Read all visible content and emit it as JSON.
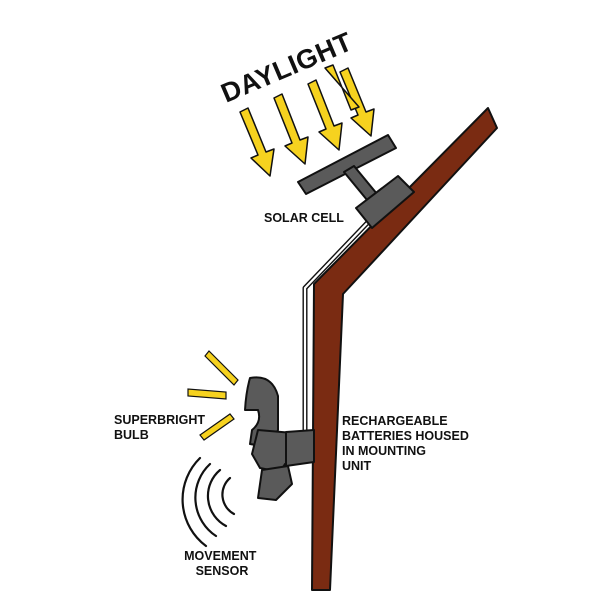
{
  "title": "DAYLIGHT",
  "labels": {
    "solar_cell": "SOLAR CELL",
    "bulb_line1": "SUPERBRIGHT",
    "bulb_line2": "BULB",
    "battery_line1": "RECHARGEABLE",
    "battery_line2": "BATTERIES HOUSED",
    "battery_line3": "IN MOUNTING",
    "battery_line4": "UNIT",
    "sensor_line1": "MOVEMENT",
    "sensor_line2": "SENSOR"
  },
  "colors": {
    "sun_rays": "#f6d21f",
    "wall": "#7a2b12",
    "device": "#5a5a5a",
    "outline": "#111111",
    "background": "#ffffff"
  },
  "icons": {
    "sun_rays": "arrow-down-right-icon",
    "light_rays": "light-rays-icon",
    "sensor_waves": "motion-waves-icon"
  }
}
